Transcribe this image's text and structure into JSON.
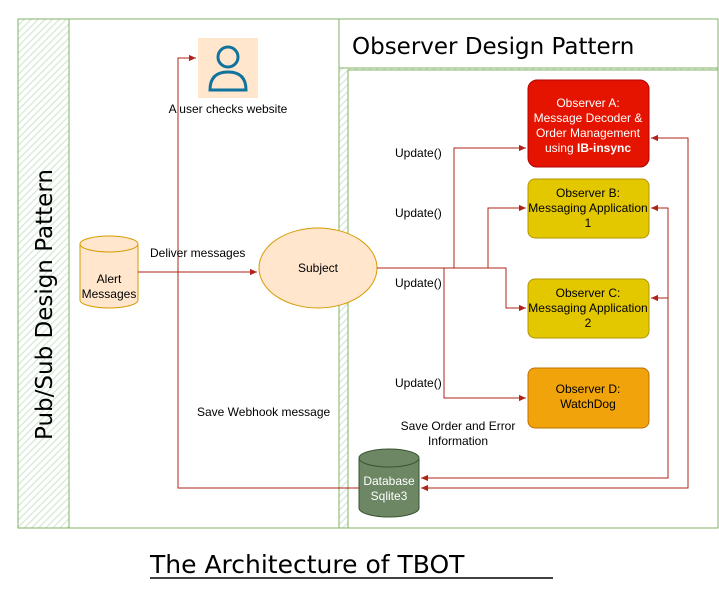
{
  "colors": {
    "frame_fill": "#d5e8d4",
    "frame_stroke": "#82b366",
    "ellipse_fill": "#ffe6cc",
    "ellipse_stroke": "#d79b00",
    "arrow": "#b02418",
    "observer_a": "#e51400",
    "observer_bc": "#e3c800",
    "observer_d": "#f0a30a",
    "database": "#6d8764"
  },
  "labels": {
    "pubsub_title": "Pub/Sub Design Pattern",
    "observer_title": "Observer Design Pattern",
    "footer_title": "The Architecture of TBOT",
    "user_caption": "A user checks website",
    "alert_messages_line1": "Alert",
    "alert_messages_line2": "Messages",
    "deliver_messages": "Deliver messages",
    "subject": "Subject",
    "save_webhook": "Save Webhook message",
    "update_1": "Update()",
    "update_2": "Update()",
    "update_3": "Update()",
    "update_4": "Update()",
    "observer_a_line1": "Observer A:",
    "observer_a_line2": "Message Decoder &",
    "observer_a_line3": "Order Management",
    "observer_a_line4_prefix": "using ",
    "observer_a_line4_bold": "IB-insync",
    "observer_b_line1": "Observer B:",
    "observer_b_line2": "Messaging Application",
    "observer_b_line3": "1",
    "observer_c_line1": "Observer C:",
    "observer_c_line2": "Messaging Application",
    "observer_c_line3": "2",
    "observer_d_line1": "Observer D:",
    "observer_d_line2": "WatchDog",
    "save_order_line1": "Save Order  and Error",
    "save_order_line2": "Information",
    "database_line1": "Database",
    "database_line2": "Sqlite3"
  },
  "icons": {
    "user": "user-icon"
  }
}
